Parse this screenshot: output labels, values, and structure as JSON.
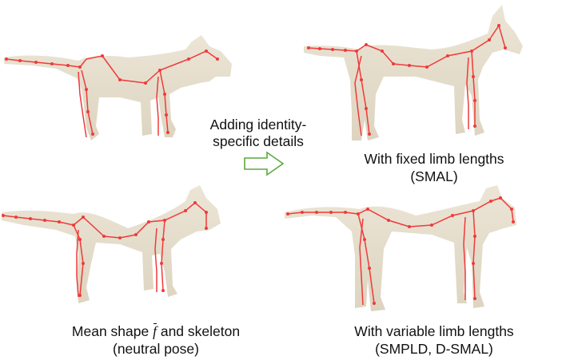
{
  "arrow_label": {
    "line1": "Adding identity-",
    "line2": "specific details"
  },
  "captions": {
    "fixed": {
      "line1": "With fixed limb lengths",
      "line2": "(SMAL)"
    },
    "mean": {
      "prefix": "Mean shape ",
      "symbol": "f",
      "suffix": " and skeleton",
      "line2": "(neutral pose)"
    },
    "variable": {
      "line1": "With variable limb lengths",
      "line2": "(SMPLD, D-SMAL)"
    }
  },
  "colors": {
    "body": "#e8e0cf",
    "skeleton": "#f03a3a",
    "arrow": "#5aaa3c",
    "text": "#111111"
  }
}
